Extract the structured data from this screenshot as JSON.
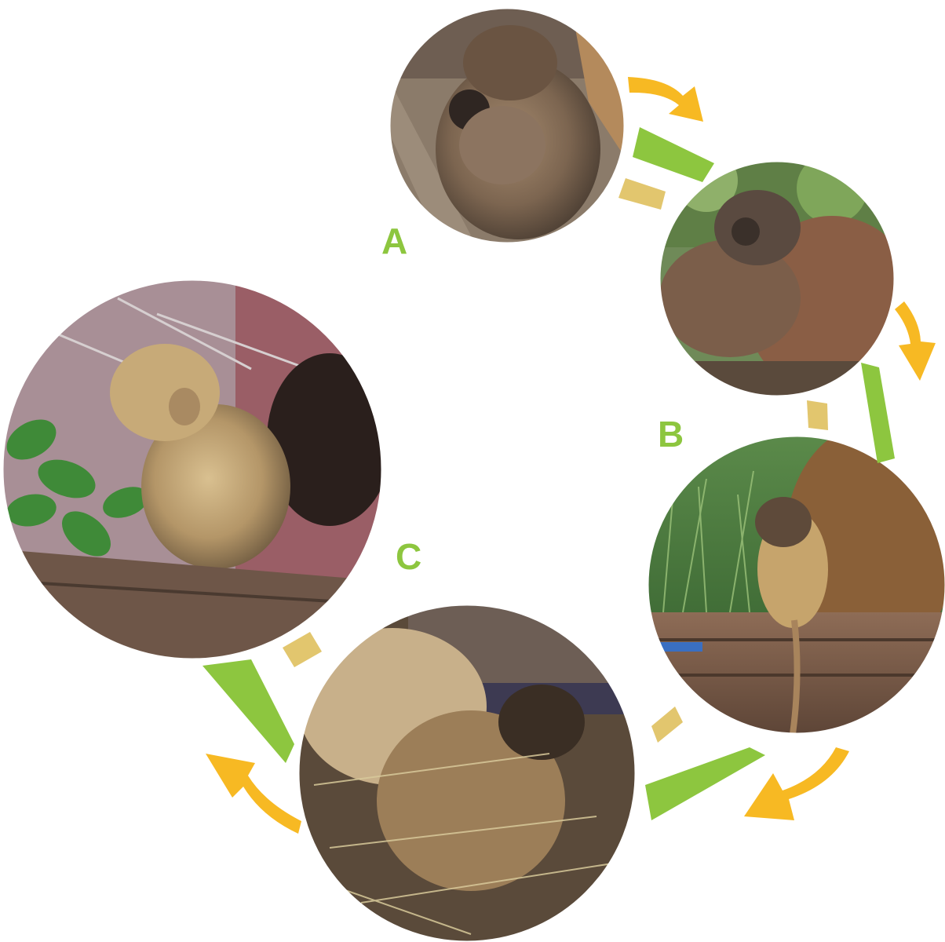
{
  "diagram": {
    "stage_labels": {
      "a": "A",
      "b": "B",
      "c": "C"
    },
    "photo_icons": [
      "capuchin-mother-infant-photo-icon",
      "capuchin-infant-riding-mother-photo-icon",
      "capuchin-juvenile-standing-log-photo-icon",
      "capuchin-juvenile-foraging-ground-photo-icon",
      "capuchin-juvenile-on-branch-photo-icon"
    ],
    "colors": {
      "arrow": "#f7b923",
      "green_band": "#8dc63f",
      "tan_band": "#e2c66e",
      "label": "#8dc63f",
      "background": "#ffffff"
    }
  }
}
